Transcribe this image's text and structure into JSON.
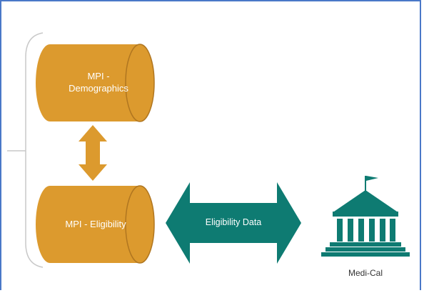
{
  "colors": {
    "frame": "#4a78c8",
    "database_fill": "#dc9a2e",
    "database_edge": "#b07620",
    "arrow_orange": "#dc9a2e",
    "arrow_teal": "#0e7b72",
    "icon_teal": "#0e7b72",
    "bracket": "#c8c8c8"
  },
  "nodes": {
    "demographics": {
      "label": "MPI - Demographics"
    },
    "eligibility": {
      "label": "MPI - Eligibility"
    },
    "medical": {
      "label": "Medi-Cal",
      "icon": "government-building-icon"
    }
  },
  "edges": {
    "demo_to_elig": {
      "type": "bidirectional"
    },
    "elig_to_medical": {
      "type": "bidirectional",
      "label": "Eligibility Data"
    }
  }
}
